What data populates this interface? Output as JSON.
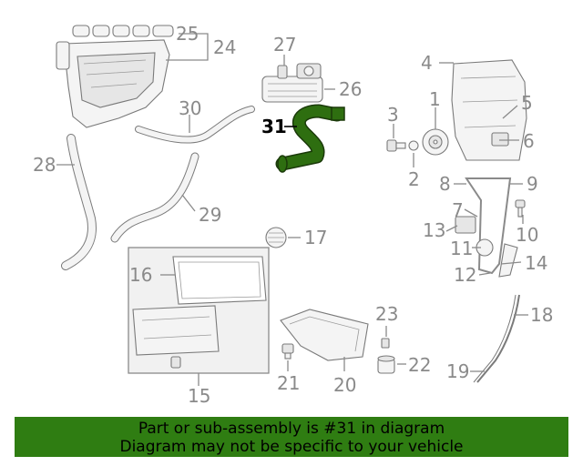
{
  "diagram": {
    "highlight_color": "#2e6e10",
    "callouts": {
      "c1": "1",
      "c2": "2",
      "c3": "3",
      "c4": "4",
      "c5": "5",
      "c6": "6",
      "c7": "7",
      "c8": "8",
      "c9": "9",
      "c10": "10",
      "c11": "11",
      "c12": "12",
      "c13": "13",
      "c14": "14",
      "c15": "15",
      "c16": "16",
      "c17": "17",
      "c18": "18",
      "c19": "19",
      "c20": "20",
      "c21": "21",
      "c22": "22",
      "c23": "23",
      "c24": "24",
      "c25": "25",
      "c26": "26",
      "c27": "27",
      "c28": "28",
      "c29": "29",
      "c30": "30",
      "c31": "31"
    }
  },
  "banner": {
    "line1": "Part or sub-assembly is #31 in diagram",
    "line2": "Diagram may not be specific to your vehicle",
    "background": "#2f7d12"
  }
}
